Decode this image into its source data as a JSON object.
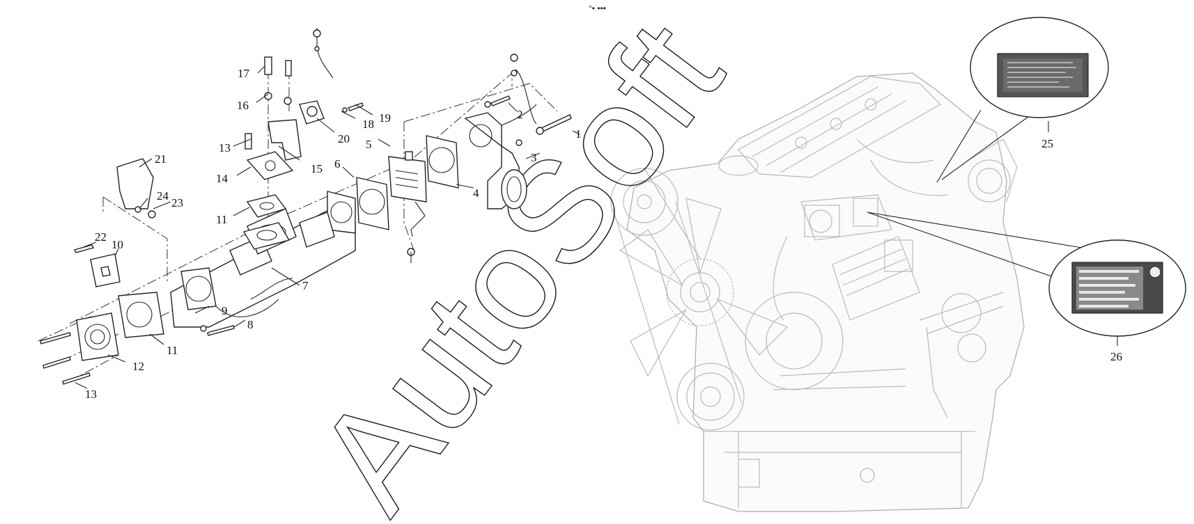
{
  "diagram": {
    "corner_mark": "°• •••",
    "watermark": "AutoSoft",
    "callouts": [
      {
        "n": "1"
      },
      {
        "n": "2"
      },
      {
        "n": "3"
      },
      {
        "n": "4"
      },
      {
        "n": "5"
      },
      {
        "n": "6"
      },
      {
        "n": "7"
      },
      {
        "n": "8"
      },
      {
        "n": "9"
      },
      {
        "n": "10"
      },
      {
        "n": "11"
      },
      {
        "n": "11"
      },
      {
        "n": "12"
      },
      {
        "n": "13"
      },
      {
        "n": "13"
      },
      {
        "n": "14"
      },
      {
        "n": "15"
      },
      {
        "n": "16"
      },
      {
        "n": "17"
      },
      {
        "n": "18"
      },
      {
        "n": "19"
      },
      {
        "n": "20"
      },
      {
        "n": "21"
      },
      {
        "n": "22"
      },
      {
        "n": "23"
      },
      {
        "n": "24"
      },
      {
        "n": "25"
      },
      {
        "n": "26"
      }
    ]
  }
}
